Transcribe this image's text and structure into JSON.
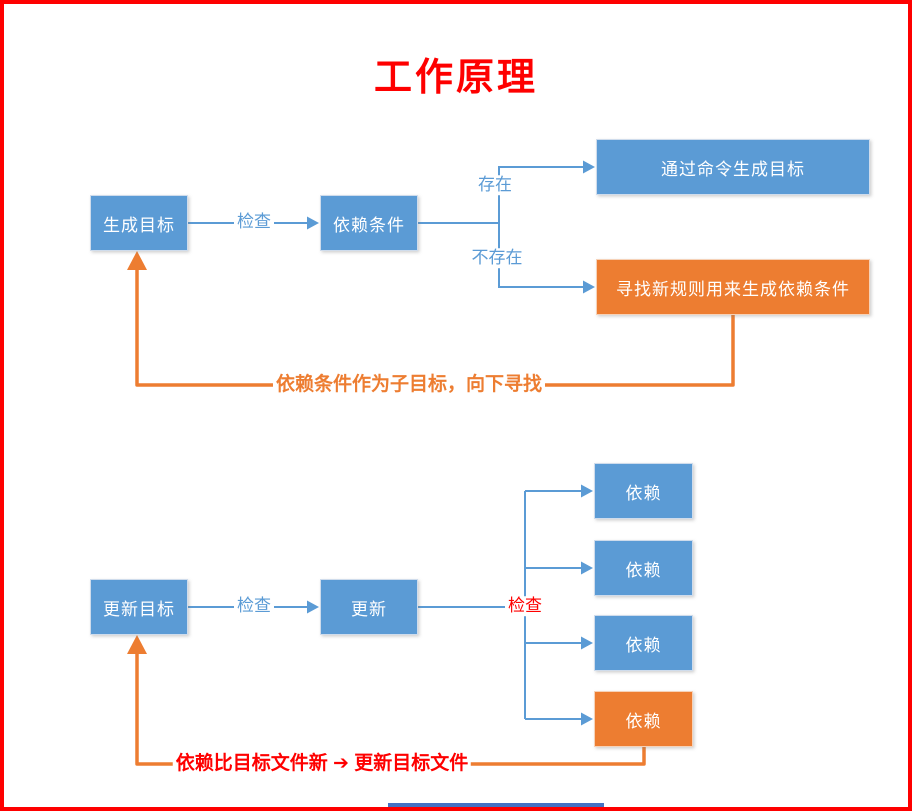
{
  "title": "工作原理",
  "colors": {
    "node_blue": "#5b9bd5",
    "node_orange": "#ed7d31",
    "connector_blue": "#5b9bd5",
    "connector_orange": "#ed7d31",
    "accent_red": "#fe0000",
    "border_red": "#fe0000",
    "bottom_strip_blue": "#4472c4"
  },
  "flow1": {
    "nodes": {
      "gen_target": "生成目标",
      "dep_cond": "依赖条件",
      "gen_by_cmd": "通过命令生成目标",
      "find_rule": "寻找新规则用来生成依赖条件"
    },
    "edge_labels": {
      "check": "检查",
      "exists": "存在",
      "not_exists": "不存在",
      "loop": "依赖条件作为子目标，向下寻找"
    }
  },
  "flow2": {
    "nodes": {
      "update_target": "更新目标",
      "update": "更新",
      "dep1": "依赖",
      "dep2": "依赖",
      "dep3": "依赖",
      "dep4": "依赖"
    },
    "edge_labels": {
      "check": "检查",
      "check_red": "检查",
      "loop": "依赖比目标文件新 ➔ 更新目标文件"
    }
  }
}
